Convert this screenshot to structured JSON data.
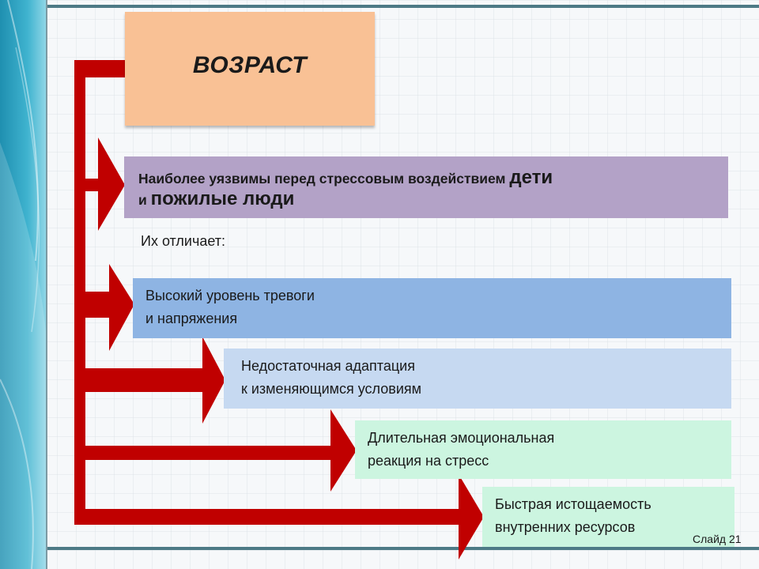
{
  "title": "ВОЗРАСТ",
  "vulnerable": {
    "prefix": "Наиболее уязвимы перед стрессовым воздействием ",
    "group1": "дети",
    "conj": "и ",
    "group2": "пожилые люди"
  },
  "intro": "Их отличает:",
  "items": [
    {
      "line1": "Высокий уровень тревоги",
      "line2": "и напряжения"
    },
    {
      "line1": "Недостаточная адаптация",
      "line2": "к изменяющимся условиям"
    },
    {
      "line1": "Длительная эмоциональная",
      "line2": "реакция на стресс"
    },
    {
      "line1": "Быстрая истощаемость",
      "line2": "внутренних ресурсов"
    }
  ],
  "slide_number": "Слайд 21",
  "colors": {
    "arrow": "#c00000",
    "title_box": "#f9c195",
    "vulnerable_box": "#b3a2c7",
    "item1": "#8eb4e3",
    "item2": "#c6d9f1",
    "item3": "#ccf5e0",
    "item4": "#ccf5e0"
  }
}
